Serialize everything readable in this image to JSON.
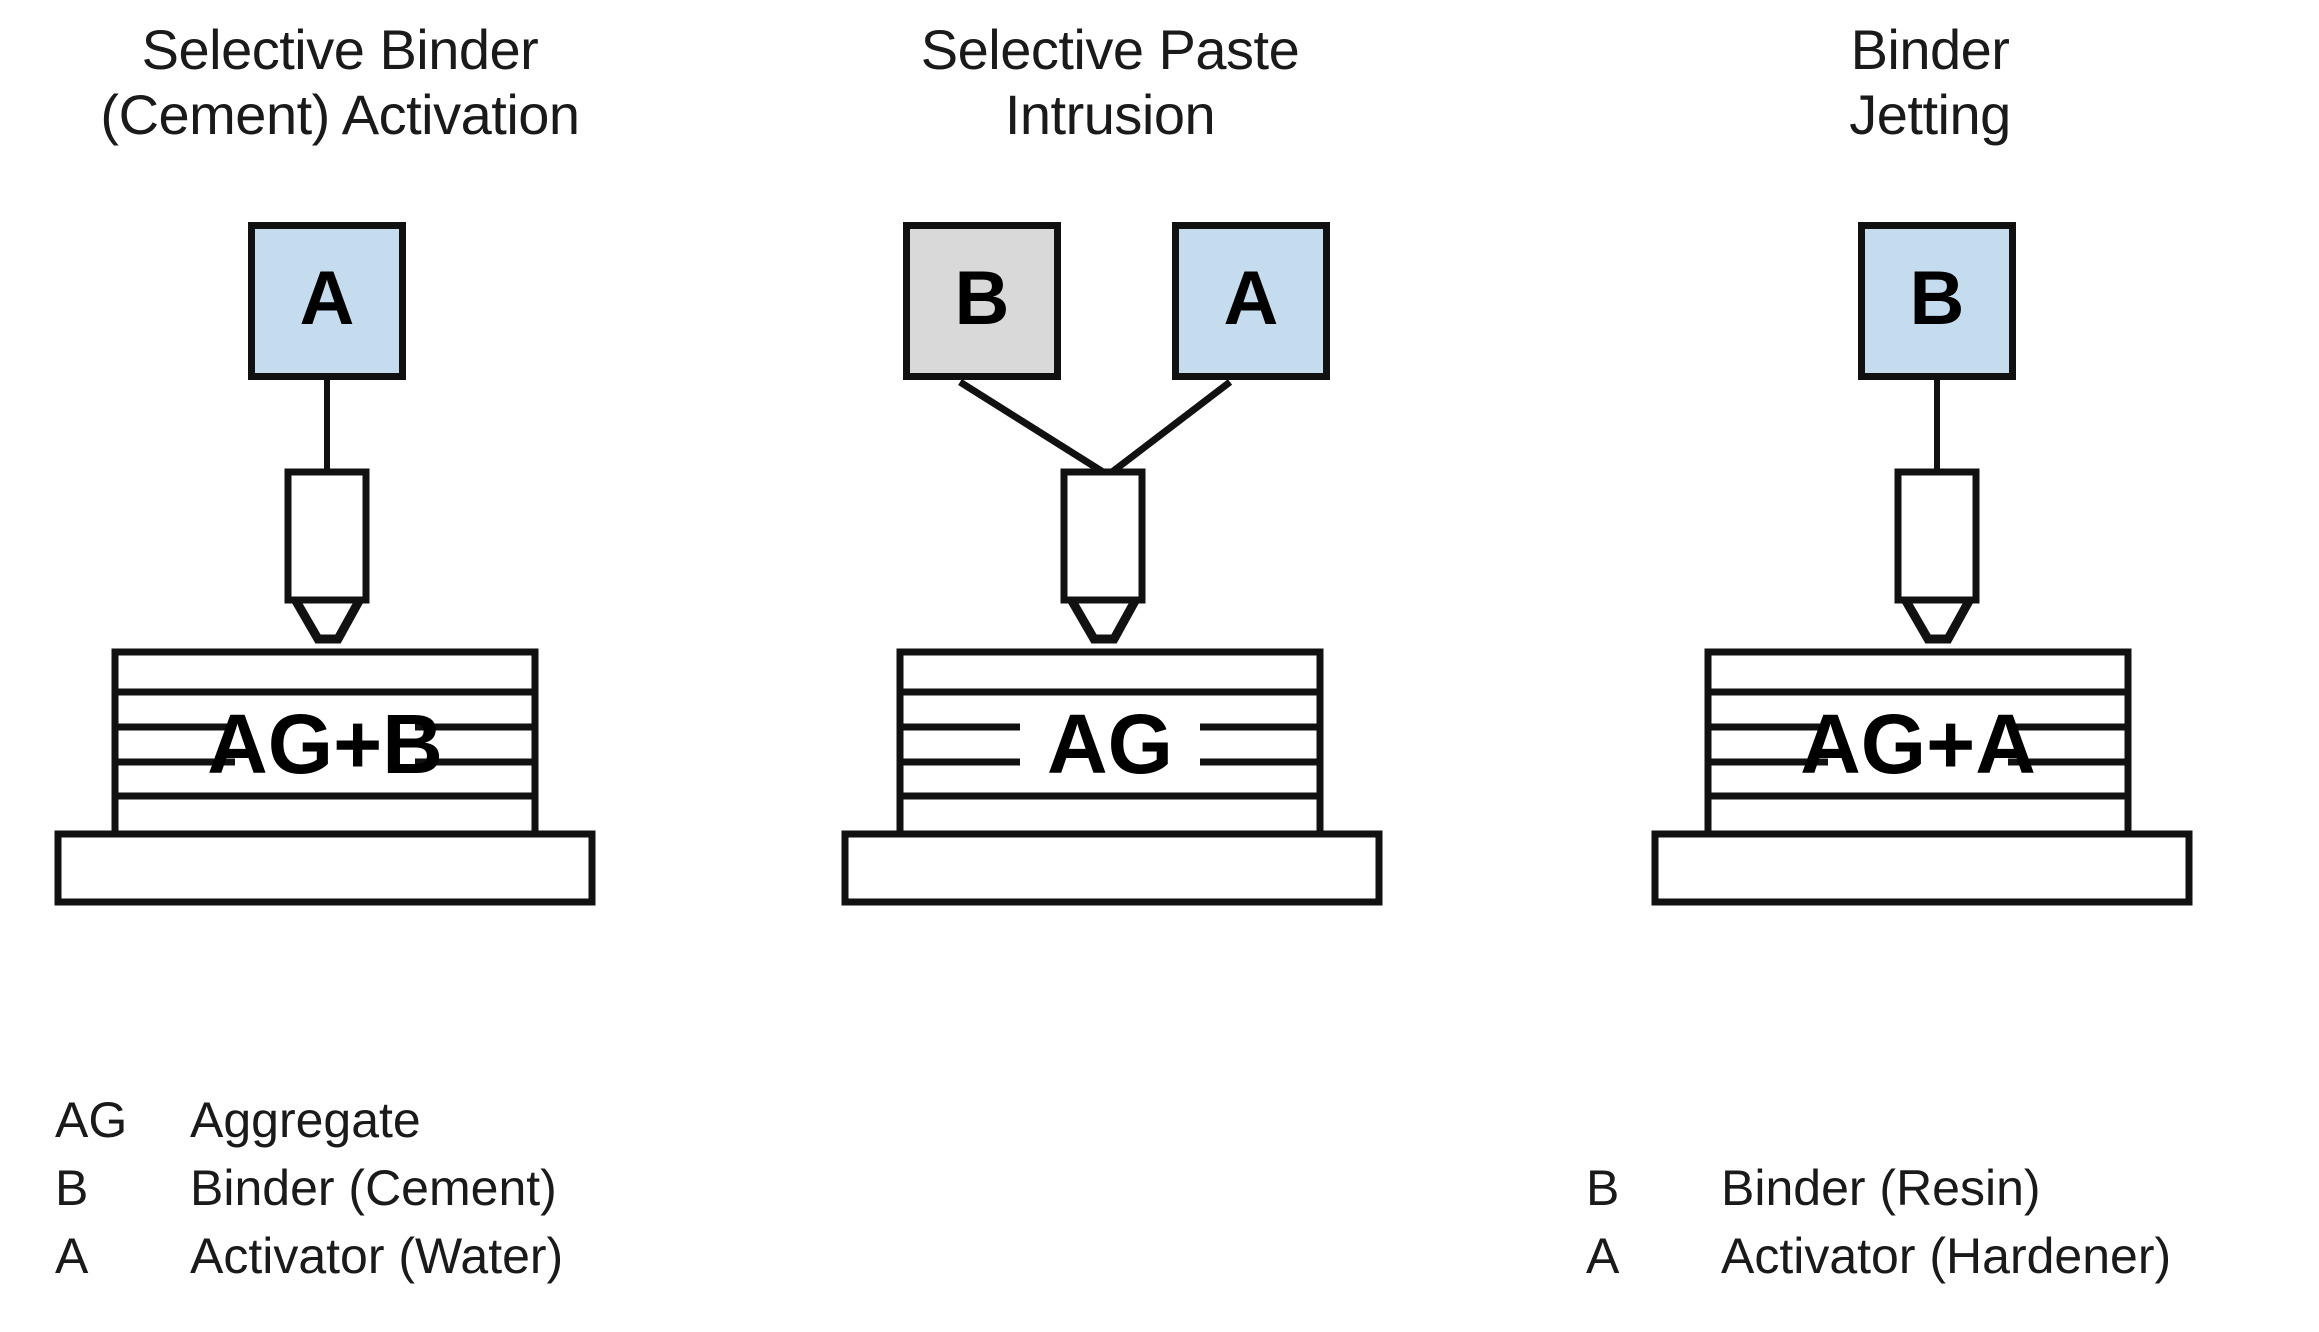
{
  "figure": {
    "background": "#ffffff",
    "line_color": "#111111",
    "accent_blue": "#c5dcef",
    "accent_gray": "#d9d9d9"
  },
  "panels": [
    {
      "id": "selective-binder-activation",
      "title": "Selective Binder\n(Cement) Activation",
      "sources": [
        {
          "label": "A",
          "fill": "#c5dcef"
        }
      ],
      "stack_label": "AG+B"
    },
    {
      "id": "selective-paste-intrusion",
      "title": "Selective Paste\nIntrusion",
      "sources": [
        {
          "label": "B",
          "fill": "#d9d9d9"
        },
        {
          "label": "A",
          "fill": "#c5dcef"
        }
      ],
      "stack_label": "AG"
    },
    {
      "id": "binder-jetting",
      "title": "Binder\nJetting",
      "sources": [
        {
          "label": "B",
          "fill": "#c5dcef"
        }
      ],
      "stack_label": "AG+A"
    }
  ],
  "legend_left": {
    "rows": [
      {
        "symbol": "AG",
        "description": "Aggregate"
      },
      {
        "symbol": "B",
        "description": "Binder (Cement)"
      },
      {
        "symbol": "A",
        "description": "Activator (Water)"
      }
    ]
  },
  "legend_right": {
    "rows": [
      {
        "symbol": "B",
        "description": "Binder (Resin)"
      },
      {
        "symbol": "A",
        "description": "Activator (Hardener)"
      }
    ]
  }
}
